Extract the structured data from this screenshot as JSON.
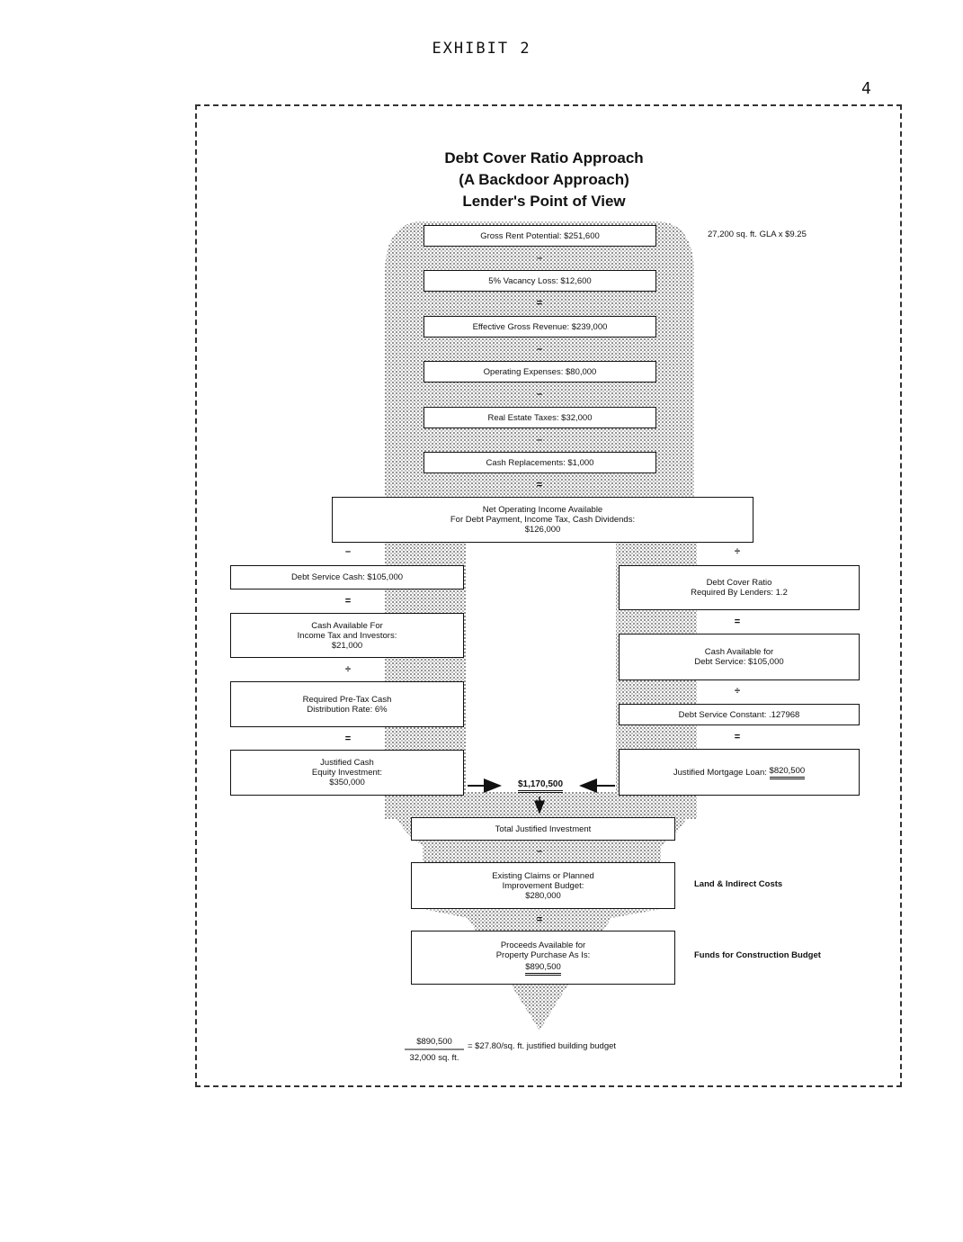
{
  "header": {
    "exhibit": "EXHIBIT 2",
    "page_number": "4"
  },
  "title": {
    "line1": "Debt Cover Ratio Approach",
    "line2": "(A Backdoor Approach)",
    "line3": "Lender's Point of View"
  },
  "center_chain": {
    "gross_rent": "Gross Rent Potential: $251,600",
    "op1": "–",
    "vacancy": "5% Vacancy Loss: $12,600",
    "op2": "=",
    "egr": "Effective Gross Revenue: $239,000",
    "op3": "–",
    "opex": "Operating Expenses: $80,000",
    "op4": "–",
    "taxes": "Real Estate Taxes: $32,000",
    "op5": "–",
    "replacements": "Cash Replacements: $1,000",
    "op6": "=",
    "noi_line1": "Net Operating Income Available",
    "noi_line2": "For Debt Payment, Income Tax, Cash Dividends:",
    "noi_line3": "$126,000"
  },
  "notes": {
    "gla": "27,200 sq. ft. GLA x $9.25",
    "land": "Land & Indirect Costs",
    "funds": "Funds for Construction Budget"
  },
  "left_chain": {
    "op_top": "–",
    "debt_service_cash": "Debt Service Cash: $105,000",
    "op_a": "=",
    "cash_avail_line1": "Cash Available For",
    "cash_avail_line2": "Income Tax and Investors:",
    "cash_avail_line3": "$21,000",
    "op_b": "÷",
    "rate_line1": "Required Pre-Tax Cash",
    "rate_line2": "Distribution Rate: 6%",
    "op_c": "=",
    "equity_line1": "Justified Cash",
    "equity_line2": "Equity Investment:",
    "equity_line3": "$350,000"
  },
  "right_chain": {
    "op_top": "÷",
    "dcr_line1": "Debt Cover Ratio",
    "dcr_line2": "Required By Lenders: 1.2",
    "op_a": "=",
    "cads_line1": "Cash Available for",
    "cads_line2": "Debt Service: $105,000",
    "op_b": "÷",
    "constant": "Debt Service Constant: .127968",
    "op_c": "=",
    "mortgage_label": "Justified Mortgage Loan:",
    "mortgage_value": "$820,500"
  },
  "total": {
    "sum_value": "$1,170,500",
    "total_label": "Total Justified Investment",
    "op1": "–",
    "claims_line1": "Existing Claims or Planned",
    "claims_line2": "Improvement Budget:",
    "claims_line3": "$280,000",
    "op2": "=",
    "proceeds_line1": "Proceeds Available for",
    "proceeds_line2": "Property Purchase As Is:",
    "proceeds_line3": "$890,500"
  },
  "footer_calc": {
    "numerator": "$890,500",
    "denominator": "32,000 sq. ft.",
    "result": "= $27.80/sq. ft. justified building budget"
  }
}
